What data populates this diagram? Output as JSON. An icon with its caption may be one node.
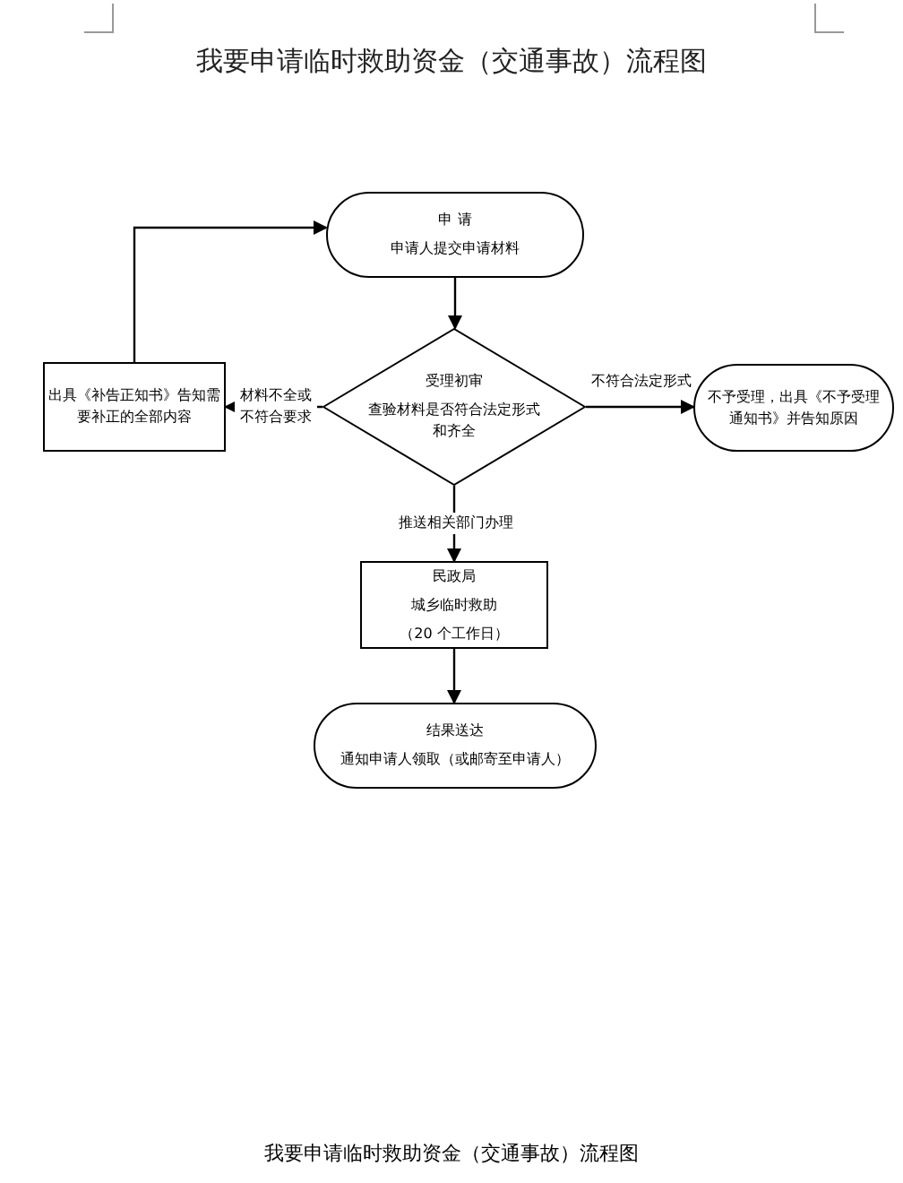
{
  "diagram": {
    "title": "我要申请临时救助资金（交通事故）流程图",
    "caption": "我要申请临时救助资金（交通事故）流程图",
    "nodes": [
      {
        "text": [
          "申 请",
          "申请人提交申请材料"
        ]
      },
      {
        "text": [
          "受理初审",
          "查验材料是否符合法定形式和齐全"
        ]
      },
      {
        "text": [
          "出具《补告正知书》告知需要补正的全部内容"
        ]
      },
      {
        "text": [
          "不予受理，出具《不予受理通知书》并告知原因"
        ]
      },
      {
        "text": [
          "民政局",
          "城乡临时救助",
          "（20 个工作日）"
        ]
      },
      {
        "text": [
          "结果送达",
          "通知申请人领取（或邮寄至申请人）"
        ]
      }
    ],
    "edges": [
      {
        "from": 0,
        "to": 1,
        "arrow": "to"
      },
      {
        "from": 1,
        "to": 2,
        "arrow": "to",
        "label": "材料不全或不符合要求"
      },
      {
        "from": 1,
        "to": 3,
        "arrow": "to",
        "label": "不符合法定形式"
      },
      {
        "from": 1,
        "to": 4,
        "arrow": "to",
        "label": "推送相关部门办理"
      },
      {
        "from": 4,
        "to": 5,
        "arrow": "to"
      },
      {
        "from": 2,
        "to": 0,
        "arrow": "to"
      }
    ]
  }
}
